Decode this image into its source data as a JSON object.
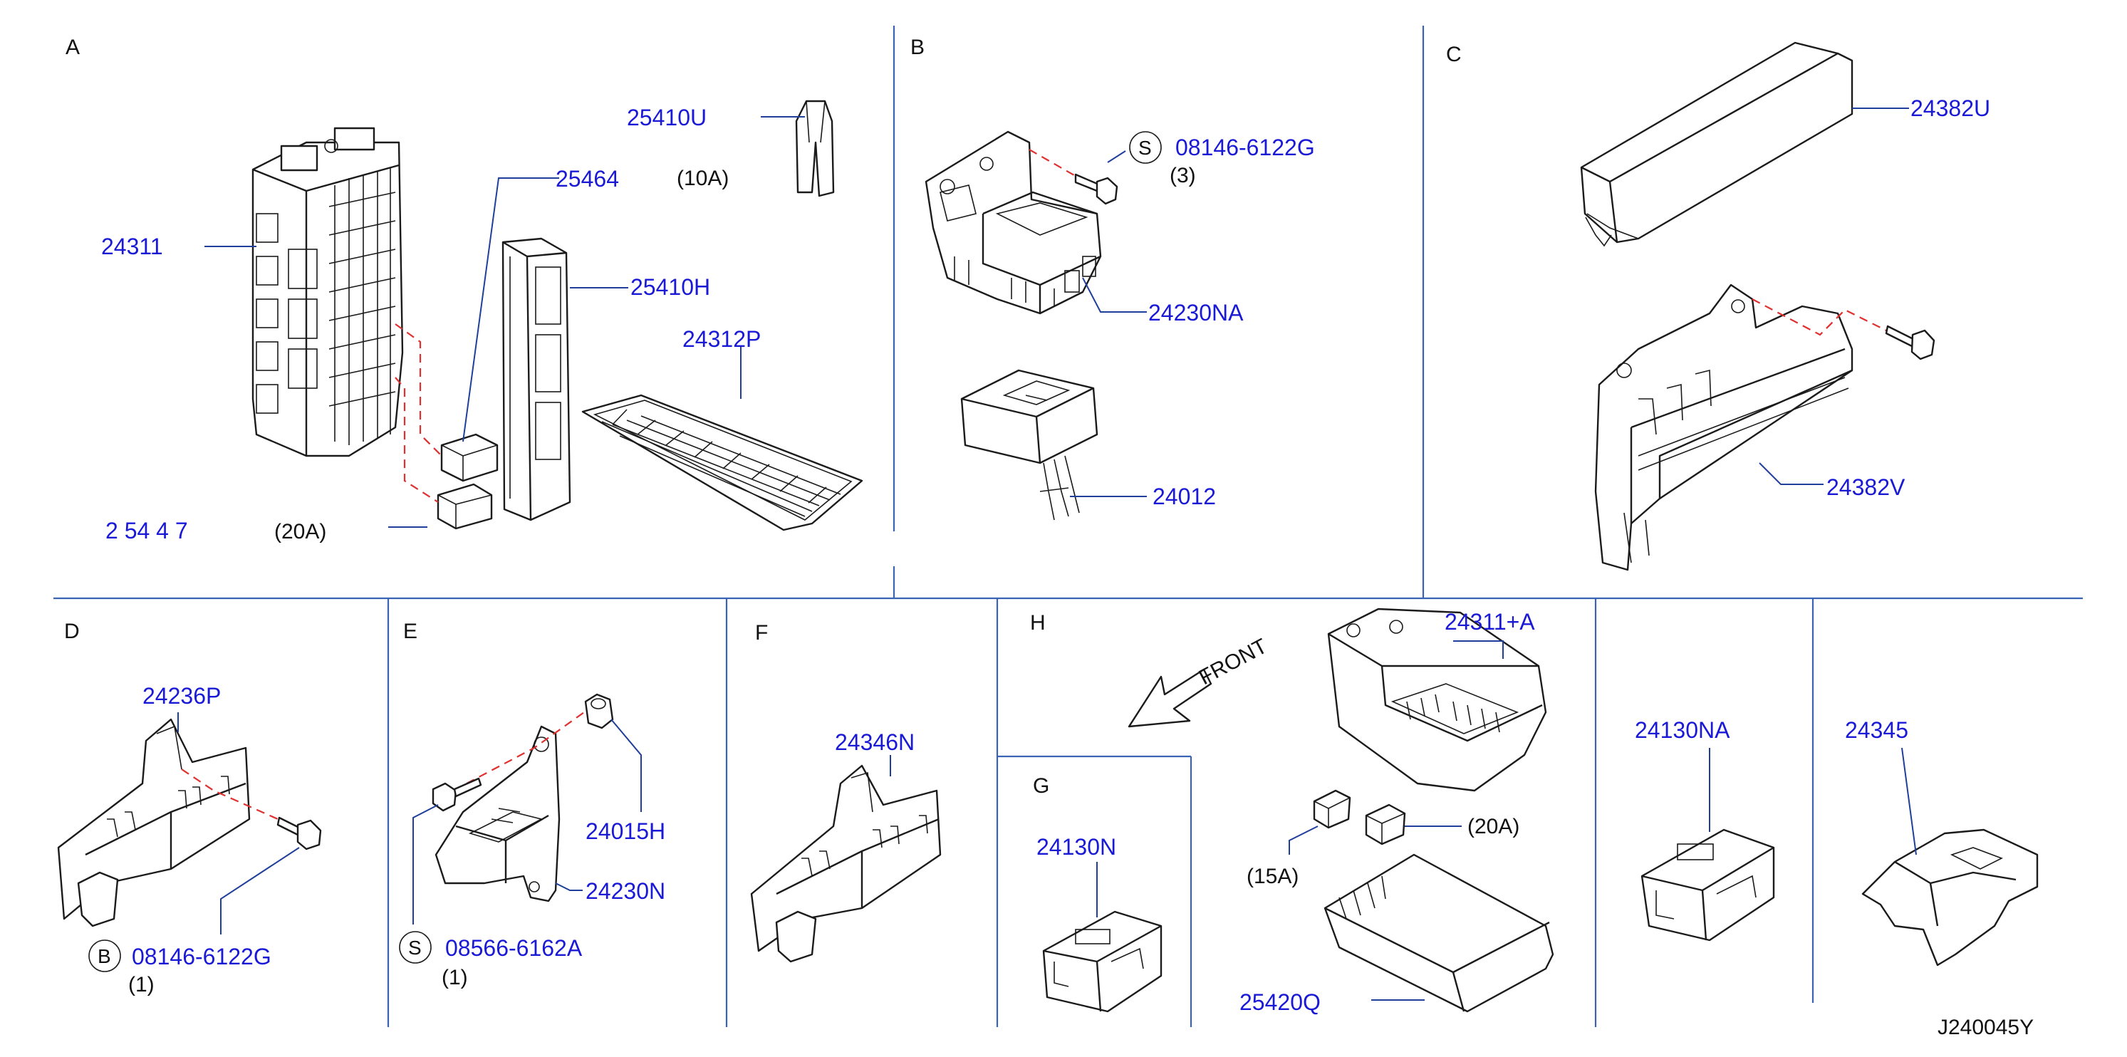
{
  "diagram_code": "J240045Y",
  "sections": {
    "A": "A",
    "B": "B",
    "C": "C",
    "D": "D",
    "E": "E",
    "F": "F",
    "G": "G",
    "H": "H"
  },
  "front_label": "FRONT",
  "parts": {
    "p24311": "24311",
    "p25410U": "25410U",
    "p25410U_amp": "(10A)",
    "p25464": "25464",
    "p25410H": "25410H",
    "p24312P": "24312P",
    "p25410V_partial": "2 54 4 7",
    "p25410V_amp_partial": "(20A)",
    "p08146_6122G_B": "08146-6122G",
    "p08146_6122G_B_qty": "(3)",
    "p24230NA": "24230NA",
    "p24012": "24012",
    "p24382U": "24382U",
    "p24382V": "24382V",
    "p24236P": "24236P",
    "p08146_6122G_D": "08146-6122G",
    "p08146_6122G_D_qty": "(1)",
    "p24015H": "24015H",
    "p24230N": "24230N",
    "p08566_6162A": "08566-6162A",
    "p08566_6162A_qty": "(1)",
    "p24346N": "24346N",
    "p24130N": "24130N",
    "p24311_A": "24311+A",
    "p20A": "(20A)",
    "p15A": "(15A)",
    "p25420Q": "25420Q",
    "p24130NA": "24130NA",
    "p24345": "24345"
  },
  "symbols": {
    "S": "S",
    "B": "B"
  }
}
